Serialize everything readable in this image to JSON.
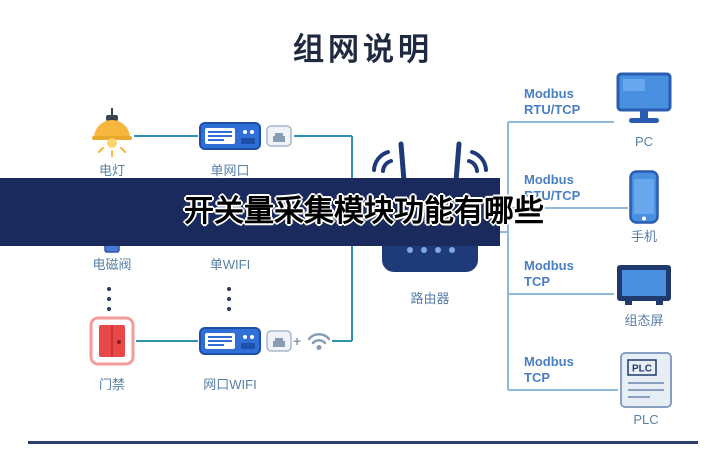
{
  "title": "组网说明",
  "banner": {
    "text": "开关量采集模块功能有哪些",
    "bg": "#1a2a5c"
  },
  "left_devices": [
    {
      "label": "电灯"
    },
    {
      "label": "电磁阀"
    },
    {
      "label": "门禁"
    }
  ],
  "modules": [
    {
      "label": "单网口"
    },
    {
      "label": "单WIFI"
    },
    {
      "label": "网口WIFI"
    }
  ],
  "plus_sign": "+",
  "router": {
    "label": "路由器"
  },
  "right_devices": [
    {
      "protocol_line1": "Modbus",
      "protocol_line2": "RTU/TCP",
      "label": "PC"
    },
    {
      "protocol_line1": "Modbus",
      "protocol_line2": "RTU/TCP",
      "label": "手机"
    },
    {
      "protocol_line1": "Modbus",
      "protocol_line2": "TCP",
      "label": "组态屏"
    },
    {
      "protocol_line1": "Modbus",
      "protocol_line2": "TCP",
      "label": "PLC",
      "box_text": "PLC"
    }
  ],
  "colors": {
    "banner_bg": "#1a2a5c",
    "left_line": "#2e93af",
    "right_line": "#93b9d9",
    "label_text": "#587fa8",
    "protocol_text": "#4a7fc1",
    "router_body": "#1e3a78",
    "accent_blue": "#4a90e0"
  }
}
